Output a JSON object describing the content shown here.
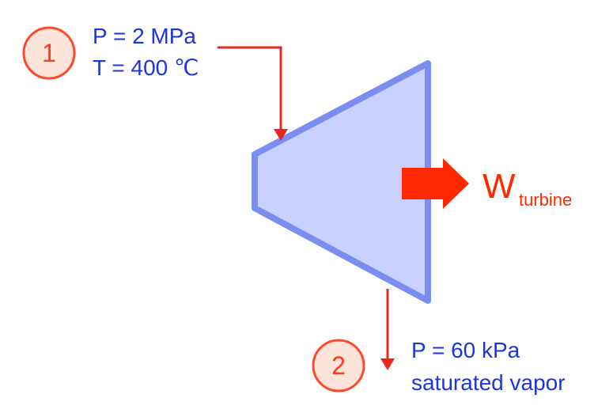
{
  "state_1": {
    "number": "1",
    "pressure": "P = 2 MPa",
    "temperature": "T = 400 ℃"
  },
  "state_2": {
    "number": "2",
    "pressure": "P = 60 kPa",
    "condition": "saturated vapor"
  },
  "work": {
    "symbol": "W",
    "subscript": "turbine"
  },
  "colors": {
    "turbine_fill": "#c9d1ff",
    "turbine_stroke": "#7b8df0",
    "flow_arrow": "#e8281e",
    "work_arrow": "#ff2a00",
    "state_circle_fill": "#fde4da",
    "state_circle_stroke": "#ff4a2a",
    "condition_text": "#1a34e6"
  }
}
